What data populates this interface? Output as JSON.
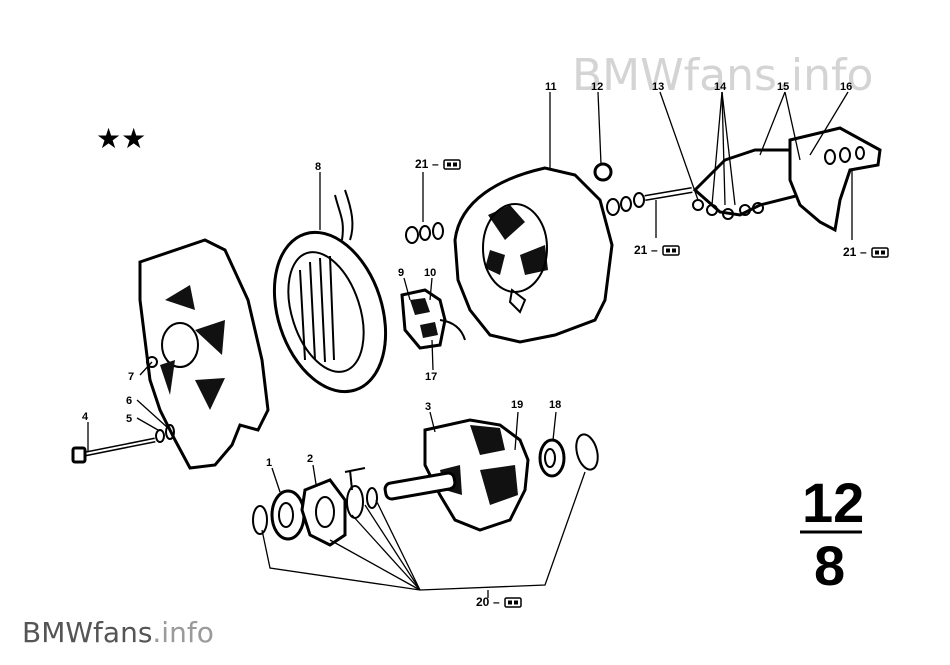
{
  "watermark_top": {
    "brand": "BMWfans",
    "tld": ".info"
  },
  "watermark_bottom": {
    "brand": "BMWfans",
    "tld": ".info"
  },
  "stars": "★★",
  "page_number": {
    "top": "12",
    "bottom": "8"
  },
  "callouts": {
    "c1": "1",
    "c2": "2",
    "c3": "3",
    "c4": "4",
    "c5": "5",
    "c6": "6",
    "c7": "7",
    "c8": "8",
    "c9": "9",
    "c10": "10",
    "c11": "11",
    "c12": "12",
    "c13": "13",
    "c14": "14",
    "c15": "15",
    "c16": "16",
    "c17": "17",
    "c18": "18",
    "c19": "19",
    "c20": "20",
    "c21a": "21",
    "c21b": "21",
    "c21c": "21"
  },
  "kit_suffix": "–"
}
